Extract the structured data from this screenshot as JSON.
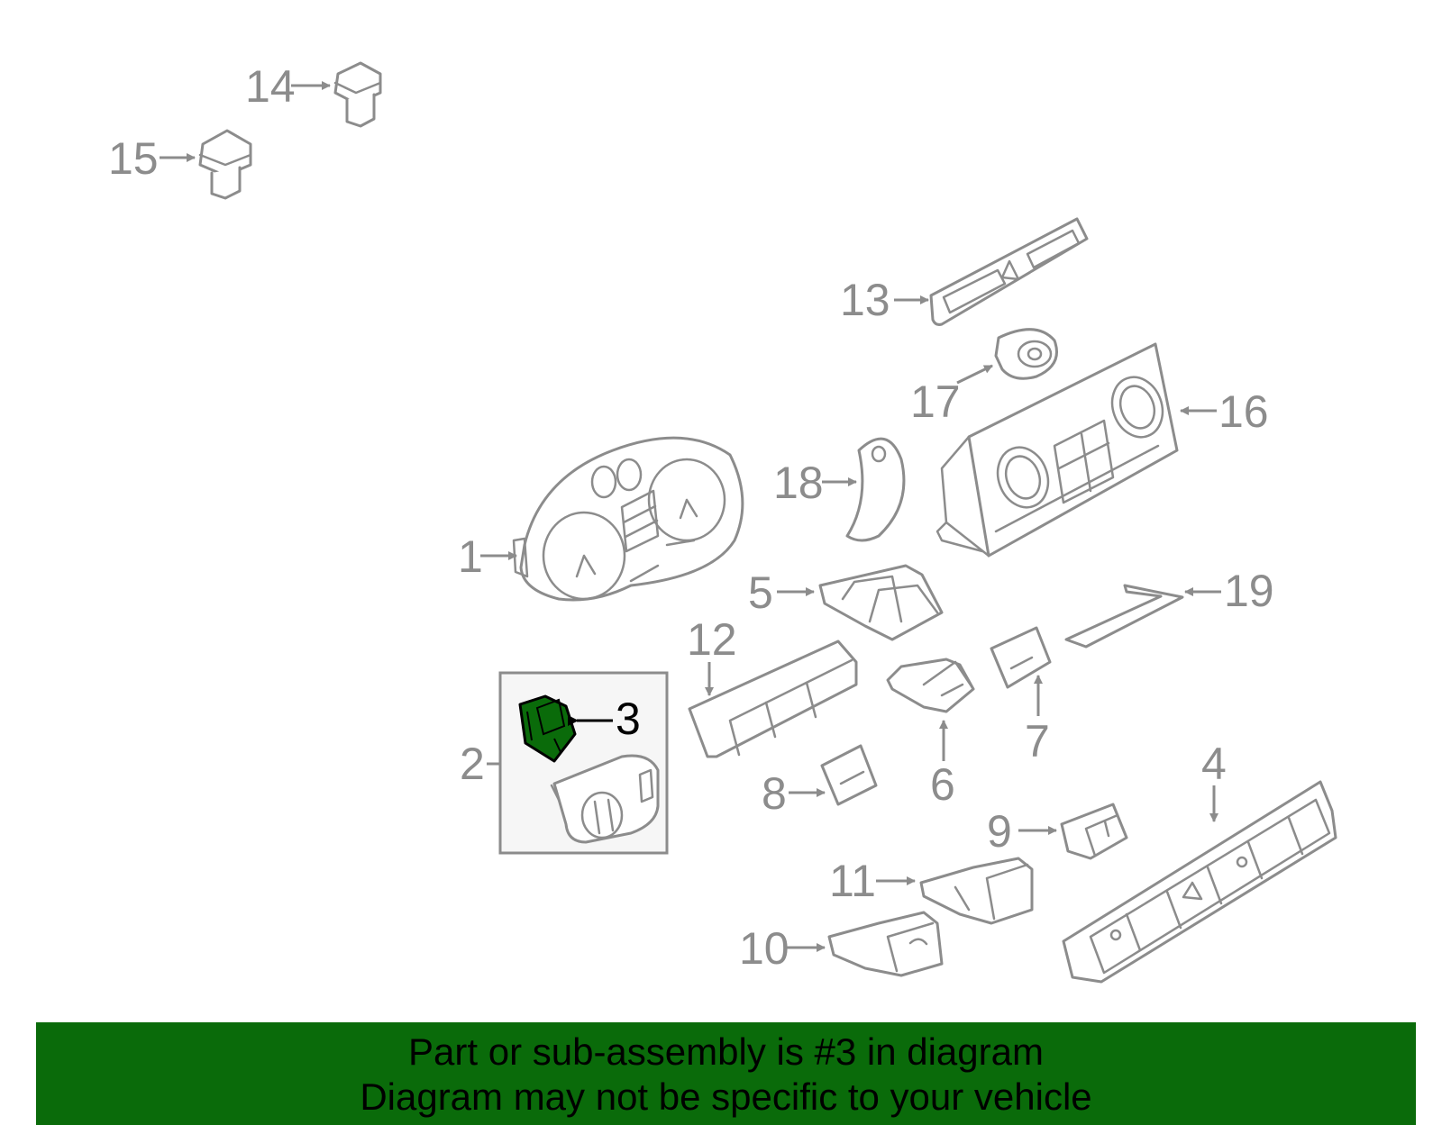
{
  "callouts": {
    "c1": "1",
    "c2": "2",
    "c3": "3",
    "c4": "4",
    "c5": "5",
    "c6": "6",
    "c7": "7",
    "c8": "8",
    "c9": "9",
    "c10": "10",
    "c11": "11",
    "c12": "12",
    "c13": "13",
    "c14": "14",
    "c15": "15",
    "c16": "16",
    "c17": "17",
    "c18": "18",
    "c19": "19"
  },
  "highlight": {
    "part_number": "3",
    "color": "#0a6b0a"
  },
  "banner": {
    "line1": "Part or sub-assembly is #3 in diagram",
    "line2": "Diagram may not be specific to your vehicle",
    "background": "#0a6b0a"
  },
  "colors": {
    "line": "#8c8c8c",
    "inset_box": "#f6f6f6"
  }
}
